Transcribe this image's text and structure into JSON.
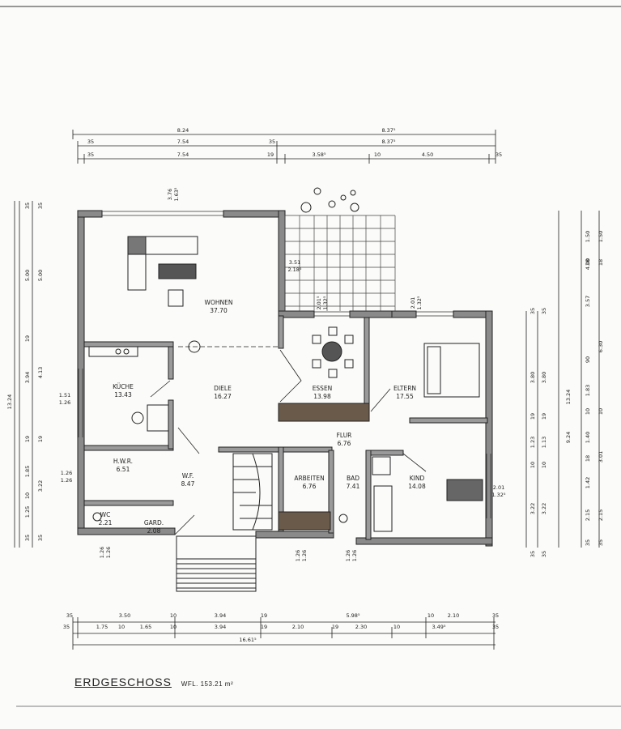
{
  "plan": {
    "caption": {
      "title": "ERDGESCHOSS",
      "subtitle": "WFL. 153.21 m²"
    },
    "rooms": [
      {
        "name": "WOHNEN",
        "area": "37.70"
      },
      {
        "name": "DIELE",
        "area": "16.27"
      },
      {
        "name": "ESSEN",
        "area": "13.98"
      },
      {
        "name": "ELTERN",
        "area": "17.55"
      },
      {
        "name": "KÜCHE",
        "area": "13.43"
      },
      {
        "name": "FLUR",
        "area": "6.76"
      },
      {
        "name": "H.W.R.",
        "area": "6.51"
      },
      {
        "name": "W.F.",
        "area": "8.47"
      },
      {
        "name": "ARBEITEN",
        "area": "6.76"
      },
      {
        "name": "BAD",
        "area": "7.41"
      },
      {
        "name": "KIND",
        "area": "14.08"
      },
      {
        "name": "WC",
        "area": "2.21"
      },
      {
        "name": "GARD.",
        "area": "2.08"
      }
    ],
    "dims_top": [
      [
        "8.24",
        "8.37⁵"
      ],
      [
        "35",
        "7.54",
        "35",
        "8.37⁵"
      ],
      [
        "35",
        "7.54",
        "19",
        "3.58⁵",
        "10",
        "4.50",
        "35"
      ]
    ],
    "dims_bottom": [
      [
        "35",
        "3.50",
        "10",
        "3.94",
        "19",
        "5.98⁵",
        "10",
        "2.10",
        "35"
      ],
      [
        "35",
        "1.75",
        "10",
        "1.65",
        "10",
        "3.94",
        "19",
        "2.10",
        "19",
        "2.30",
        "10",
        "3.49⁵",
        "35"
      ],
      [
        "16.61⁵"
      ]
    ],
    "dims_left": [
      [
        "35",
        "5.00",
        "19",
        "3.94",
        "19",
        "1.85",
        "10",
        "1.25",
        "35"
      ],
      [
        "35",
        "5.00",
        "4.13",
        "19",
        "3.22",
        "35"
      ],
      [
        "13.24"
      ]
    ],
    "dims_right": [
      [
        "4.00",
        "1.50",
        "18",
        "3.57",
        "90",
        "1.83",
        "10",
        "1.40",
        "18",
        "1.42",
        "2.15",
        "35"
      ],
      [
        "1.50",
        "18",
        "6.30",
        "10",
        "3.01",
        "2.15",
        "35"
      ],
      [
        "13.24",
        "9.24"
      ],
      [
        "35",
        "3.80",
        "19",
        "1.23",
        "10",
        "3.22",
        "35"
      ],
      [
        "35",
        "3.80",
        "19",
        "1.13",
        "10",
        "3.22",
        "35"
      ]
    ],
    "openings": [
      {
        "label": "3.76",
        "sub": "1.63⁵"
      },
      {
        "label": "3.51",
        "sub": "2.18⁵"
      },
      {
        "label": "2.01⁵",
        "sub": "1.32⁵"
      },
      {
        "label": "2.01",
        "sub": "1.32⁵"
      },
      {
        "label": "1.51",
        "sub": "1.26"
      },
      {
        "label": "1.26",
        "sub": "1.26"
      },
      {
        "label": "2.01",
        "sub": "1.32⁵"
      },
      {
        "label": "1.26",
        "sub": "1.26"
      },
      {
        "label": "1.26",
        "sub": "1.26"
      },
      {
        "label": "1.26",
        "sub": "1.26"
      }
    ]
  }
}
